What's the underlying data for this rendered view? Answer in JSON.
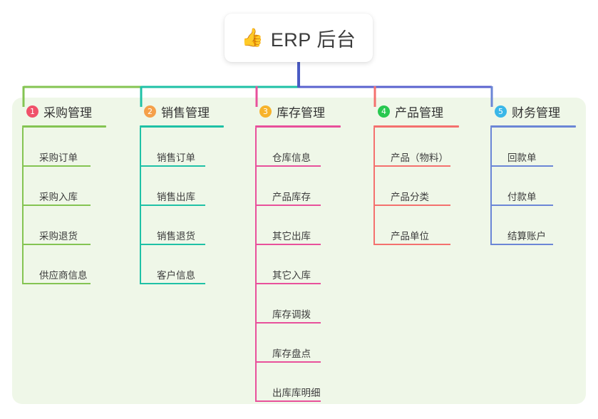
{
  "root": {
    "emoji": "👍",
    "icon_name": "thumbs-up-emoji",
    "title": "ERP 后台"
  },
  "palette": {
    "panel_bg": "#eff7e8",
    "root_card_bg": "#ffffff",
    "root_stem": "#4a5bc4",
    "bus_left_green": "#84c452",
    "bus_mid_teal": "#1fc1a6",
    "bus_right_purple": "#5a63cf",
    "text_dark": "#333333"
  },
  "columns": [
    {
      "number": "1",
      "badge_color": "#f0516a",
      "accent": "#84c452",
      "title": "采购管理",
      "items": [
        "采购订单",
        "采购入库",
        "采购退货",
        "供应商信息"
      ]
    },
    {
      "number": "2",
      "badge_color": "#f5a04a",
      "accent": "#1fc1a6",
      "title": "销售管理",
      "items": [
        "销售订单",
        "销售出库",
        "销售退货",
        "客户信息"
      ]
    },
    {
      "number": "3",
      "badge_color": "#f7b32b",
      "accent": "#e8509b",
      "title": "库存管理",
      "items": [
        "仓库信息",
        "产品库存",
        "其它出库",
        "其它入库",
        "库存调拨",
        "库存盘点",
        "出库库明细"
      ]
    },
    {
      "number": "4",
      "badge_color": "#28c850",
      "accent": "#f4706e",
      "title": "产品管理",
      "items": [
        "产品（物料）",
        "产品分类",
        "产品单位"
      ]
    },
    {
      "number": "5",
      "badge_color": "#3ab7e8",
      "accent": "#6b86d6",
      "title": "财务管理",
      "items": [
        "回款单",
        "付款单",
        "结算账户"
      ]
    }
  ]
}
